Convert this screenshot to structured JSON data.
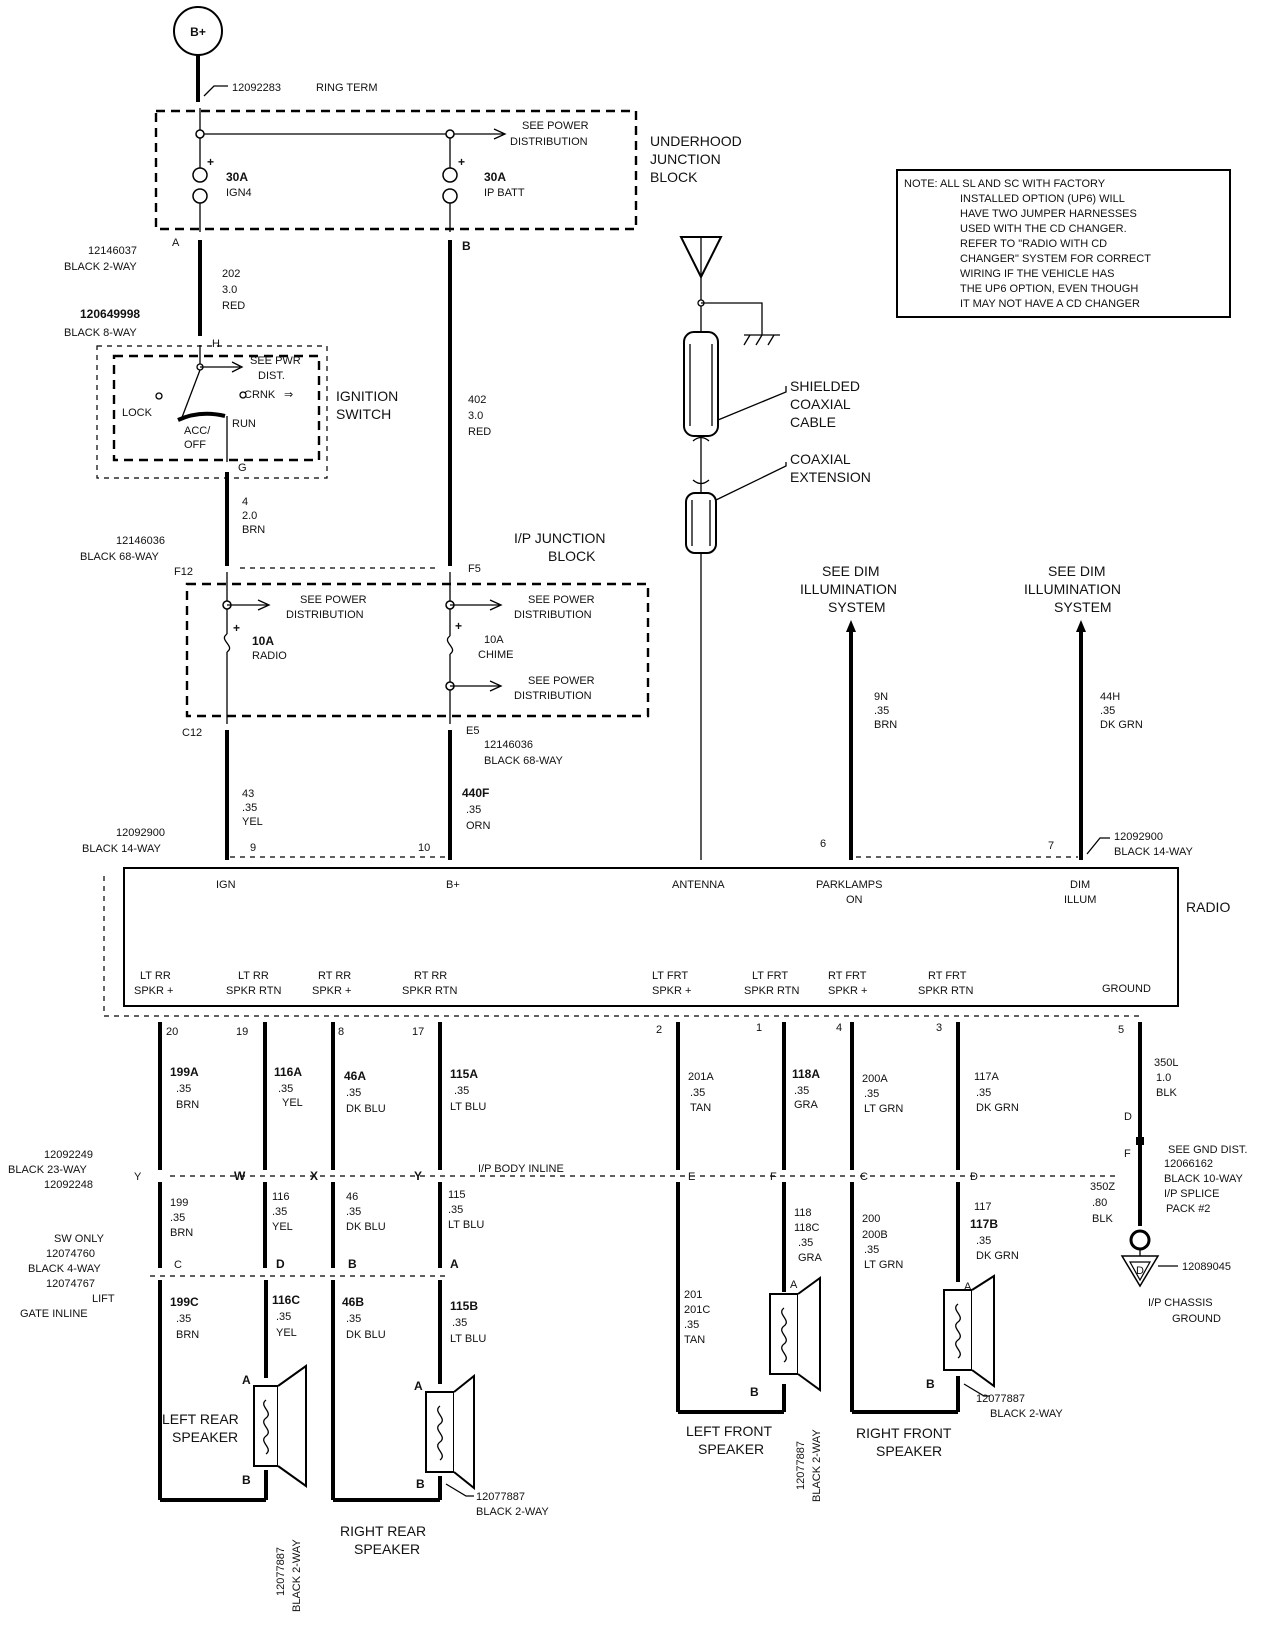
{
  "battery": {
    "label": "B+",
    "part": "12092283",
    "term": "RING TERM"
  },
  "underhood": {
    "title": [
      "UNDERHOOD",
      "JUNCTION",
      "BLOCK"
    ],
    "see_power": [
      "SEE POWER",
      "DISTRIBUTION"
    ],
    "fuse1": {
      "amp": "30A",
      "name": "IGN4"
    },
    "fuse2": {
      "amp": "30A",
      "name": "IP BATT"
    },
    "pin_a": "A",
    "pin_b": "B"
  },
  "note": {
    "lines": [
      "NOTE:  ALL SL AND SC WITH FACTORY",
      "INSTALLED OPTION (UP6) WILL",
      "HAVE TWO JUMPER HARNESSES",
      "USED WITH THE CD CHANGER.",
      "REFER TO \"RADIO WITH CD",
      "CHANGER\" SYSTEM FOR CORRECT",
      "WIRING IF THE VEHICLE HAS",
      "THE UP6 OPTION, EVEN THOUGH",
      "IT MAY NOT HAVE A      CD CHANGER"
    ]
  },
  "conn1": {
    "part": "12146037",
    "desc": "BLACK 2-WAY"
  },
  "wire202": {
    "id": "202",
    "size": "3.0",
    "color": "RED"
  },
  "wire402": {
    "id": "402",
    "size": "3.0",
    "color": "RED"
  },
  "conn2": {
    "part": "120649998",
    "desc": "BLACK 8-WAY",
    "pin": "H"
  },
  "ignition": {
    "title": [
      "IGNITION",
      "SWITCH"
    ],
    "see_pwr": [
      "SEE PWR",
      "DIST."
    ],
    "crnk": "CRNK",
    "lock": "LOCK",
    "acc": [
      "ACC/",
      "OFF"
    ],
    "run": "RUN",
    "pin_g": "G"
  },
  "wire4": {
    "id": "4",
    "size": "2.0",
    "color": "BRN"
  },
  "ip_block": {
    "title": [
      "I/P JUNCTION",
      "BLOCK"
    ],
    "conn_part": "12146036",
    "conn_desc": "BLACK 68-WAY",
    "pin_f12": "F12",
    "pin_f5": "F5",
    "pin_c12": "C12",
    "pin_e5": "E5",
    "see_power": [
      "SEE POWER",
      "DISTRIBUTION"
    ],
    "fuse_radio": {
      "amp": "10A",
      "name": "RADIO"
    },
    "fuse_chime": {
      "amp": "10A",
      "name": "CHIME"
    },
    "lower_part": "12146036",
    "lower_desc": "BLACK 68-WAY"
  },
  "antenna": {
    "shielded": [
      "SHIELDED",
      "COAXIAL",
      "CABLE"
    ],
    "extension": [
      "COAXIAL",
      "EXTENSION"
    ]
  },
  "dim": {
    "see": [
      "SEE DIM",
      "ILLUMINATION",
      "SYSTEM"
    ],
    "wire9n": {
      "id": "9N",
      "size": ".35",
      "color": "BRN"
    },
    "wire44h": {
      "id": "44H",
      "size": ".35",
      "color": "DK GRN"
    }
  },
  "wire43": {
    "id": "43",
    "size": ".35",
    "color": "YEL"
  },
  "wire440f": {
    "id": "440F",
    "size": ".35",
    "color": "ORN"
  },
  "radio_conn_top": {
    "left_part": "12092900",
    "left_desc": "BLACK 14-WAY",
    "right_part": "12092900",
    "right_desc": "BLACK 14-WAY",
    "pins": [
      "9",
      "10",
      "6",
      "7"
    ]
  },
  "radio": {
    "title": "RADIO",
    "top_terms": [
      "IGN",
      "B+",
      "ANTENNA",
      "PARKLAMPS",
      "ON",
      "DIM",
      "ILLUM"
    ],
    "bottom_terms": [
      [
        "LT RR",
        "SPKR +"
      ],
      [
        "LT RR",
        "SPKR RTN"
      ],
      [
        "RT RR",
        "SPKR +"
      ],
      [
        "RT RR",
        "SPKR RTN"
      ],
      [
        "LT FRT",
        "SPKR +"
      ],
      [
        "LT FRT",
        "SPKR RTN"
      ],
      [
        "RT FRT",
        "SPKR +"
      ],
      [
        "RT FRT",
        "SPKR RTN"
      ],
      [
        "GROUND"
      ]
    ],
    "bottom_pins": [
      "20",
      "19",
      "8",
      "17",
      "2",
      "1",
      "4",
      "3",
      "5"
    ]
  },
  "upper_wires": [
    {
      "id": "199A",
      "size": ".35",
      "color": "BRN"
    },
    {
      "id": "116A",
      "size": ".35",
      "color": "YEL"
    },
    {
      "id": "46A",
      "size": ".35",
      "color": "DK BLU"
    },
    {
      "id": "115A",
      "size": ".35",
      "color": "LT BLU"
    },
    {
      "id": "201A",
      "size": ".35",
      "color": "TAN"
    },
    {
      "id": "118A",
      "size": ".35",
      "color": "GRA"
    },
    {
      "id": "200A",
      "size": ".35",
      "color": "LT GRN"
    },
    {
      "id": "117A",
      "size": ".35",
      "color": "DK GRN"
    }
  ],
  "ground_wire": {
    "id": "350L",
    "size": "1.0",
    "color": "BLK"
  },
  "inline": {
    "label": "I/P BODY INLINE",
    "part_a": "12092249",
    "desc": "BLACK 23-WAY",
    "part_b": "12092248",
    "pins": [
      "Y",
      "W",
      "X",
      "Y",
      "E",
      "F",
      "C",
      "D"
    ]
  },
  "ground": {
    "pin_d": "D",
    "pin_f": "F",
    "see": "SEE GND DIST.",
    "part": "12066162",
    "desc": "BLACK 10-WAY",
    "splice": [
      "I/P SPLICE",
      "PACK #2"
    ],
    "wire": {
      "id": "350Z",
      "size": ".80",
      "color": "BLK"
    },
    "term_pin": "D",
    "term_part": "12089045",
    "title": [
      "I/P CHASSIS",
      "GROUND"
    ]
  },
  "mid_wires": [
    {
      "id": "199",
      "size": ".35",
      "color": "BRN"
    },
    {
      "id": "116",
      "size": ".35",
      "color": "YEL"
    },
    {
      "id": "46",
      "size": ".35",
      "color": "DK BLU"
    },
    {
      "id": "115",
      "size": ".35",
      "color": "LT BLU"
    }
  ],
  "front_wires": [
    {
      "id": "201",
      "id2": "201C",
      "size": ".35",
      "color": "TAN"
    },
    {
      "id": "118",
      "id2": "118C",
      "size": ".35",
      "color": "GRA"
    },
    {
      "id": "200",
      "id2": "200B",
      "size": ".35",
      "color": "LT GRN"
    },
    {
      "id": "117",
      "id2": "117B",
      "size": ".35",
      "color": "DK GRN"
    }
  ],
  "liftgate": {
    "lines": [
      "SW ONLY",
      "12074760",
      "BLACK 4-WAY",
      "12074767",
      "LIFT",
      "GATE INLINE"
    ],
    "pins": [
      "C",
      "D",
      "B",
      "A"
    ]
  },
  "rear_wires": [
    {
      "id": "199C",
      "size": ".35",
      "color": "BRN"
    },
    {
      "id": "116C",
      "size": ".35",
      "color": "YEL"
    },
    {
      "id": "46B",
      "size": ".35",
      "color": "DK BLU"
    },
    {
      "id": "115B",
      "size": ".35",
      "color": "LT BLU"
    }
  ],
  "speakers": {
    "left_rear": [
      "LEFT REAR",
      "SPEAKER"
    ],
    "right_rear": [
      "RIGHT REAR",
      "SPEAKER"
    ],
    "left_front": [
      "LEFT FRONT",
      "SPEAKER"
    ],
    "right_front": [
      "RIGHT FRONT",
      "SPEAKER"
    ],
    "pin_a": "A",
    "pin_b": "B",
    "conn_part": "12077887",
    "conn_desc": "BLACK 2-WAY"
  }
}
